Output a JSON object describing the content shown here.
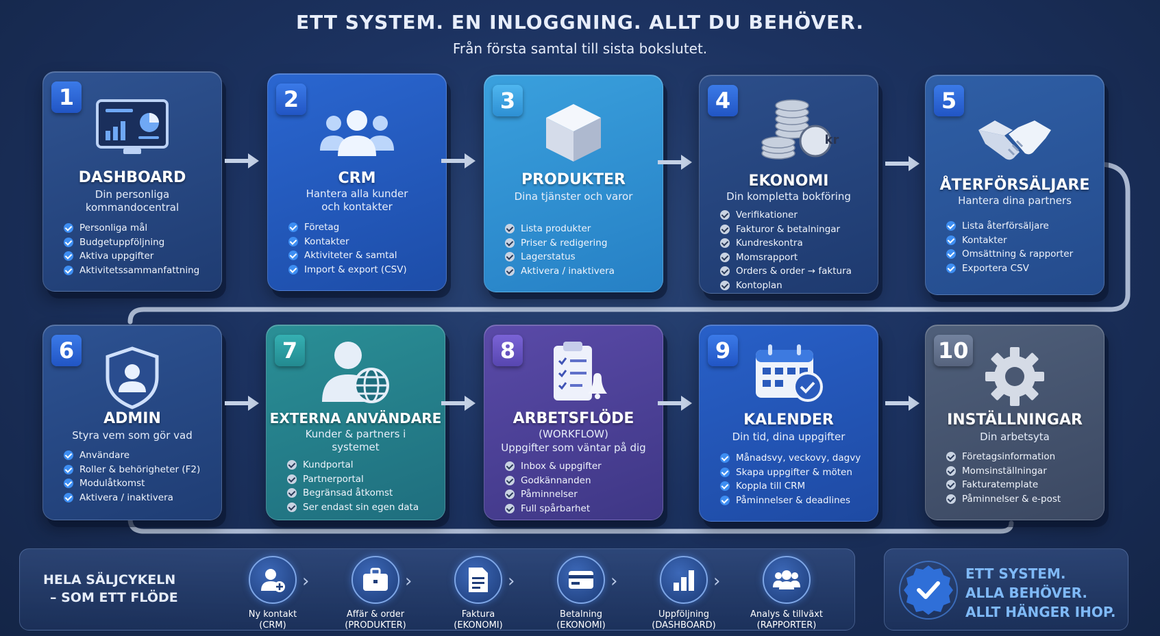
{
  "header": {
    "title": "ETT SYSTEM. EN INLOGGNING. ALLT DU BEHÖVER.",
    "subtitle": "Från första samtal till sista bokslutet."
  },
  "cards": [
    {
      "num": "1",
      "title": "DASHBOARD",
      "subtitle": "Din personliga kommandocentral",
      "icon": "dashboard-monitor-icon",
      "items": [
        "Personliga mål",
        "Budgetuppföljning",
        "Aktiva uppgifter",
        "Aktivitetssammanfattning"
      ]
    },
    {
      "num": "2",
      "title": "CRM",
      "subtitle": "Hantera alla kunder och kontakter",
      "icon": "users-group-icon",
      "items": [
        "Företag",
        "Kontakter",
        "Aktiviteter & samtal",
        "Import & export (CSV)"
      ]
    },
    {
      "num": "3",
      "title": "PRODUKTER",
      "subtitle": "Dina tjänster och varor",
      "icon": "box-icon",
      "items": [
        "Lista produkter",
        "Priser & redigering",
        "Lagerstatus",
        "Aktivera / inaktivera"
      ]
    },
    {
      "num": "4",
      "title": "EKONOMI",
      "subtitle": "Din kompletta bokföring",
      "icon": "coins-icon",
      "coin_label": "kr",
      "items": [
        "Verifikationer",
        "Fakturor & betalningar",
        "Kundreskontra",
        "Momsrapport",
        "Orders & order → faktura",
        "Kontoplan"
      ]
    },
    {
      "num": "5",
      "title": "ÅTERFÖRSÄLJARE",
      "subtitle": "Hantera dina partners",
      "icon": "handshake-icon",
      "items": [
        "Lista återförsäljare",
        "Kontakter",
        "Omsättning & rapporter",
        "Exportera CSV"
      ]
    },
    {
      "num": "6",
      "title": "ADMIN",
      "subtitle": "Styra vem som gör vad",
      "icon": "shield-user-icon",
      "items": [
        "Användare",
        "Roller & behörigheter (F2)",
        "Modulåtkomst",
        "Aktivera / inaktivera"
      ]
    },
    {
      "num": "7",
      "title": "EXTERNA ANVÄNDARE",
      "subtitle": "Kunder & partners i systemet",
      "icon": "user-globe-icon",
      "items": [
        "Kundportal",
        "Partnerportal",
        "Begränsad åtkomst",
        "Ser endast sin egen data"
      ]
    },
    {
      "num": "8",
      "title": "ARBETSFLÖDE",
      "title_extra": "(WORKFLOW)",
      "subtitle": "Uppgifter som väntar på dig",
      "icon": "clipboard-bell-icon",
      "items": [
        "Inbox & uppgifter",
        "Godkännanden",
        "Påminnelser",
        "Full spårbarhet"
      ]
    },
    {
      "num": "9",
      "title": "KALENDER",
      "subtitle": "Din tid, dina uppgifter",
      "icon": "calendar-check-icon",
      "items": [
        "Månadsvy, veckovy, dagvy",
        "Skapa uppgifter & möten",
        "Koppla till CRM",
        "Påminnelser & deadlines"
      ]
    },
    {
      "num": "10",
      "title": "INSTÄLLNINGAR",
      "subtitle": "Din arbetsyta",
      "icon": "gear-icon",
      "items": [
        "Företagsinformation",
        "Momsinställningar",
        "Fakturatemplate",
        "Påminnelser & e-post"
      ]
    }
  ],
  "flow": {
    "title_line1": "HELA SÄLJCYKELN",
    "title_line2": "– SOM ETT FLÖDE",
    "steps": [
      {
        "label": "Ny kontakt",
        "tag": "(CRM)",
        "icon": "user-add-icon"
      },
      {
        "label": "Affär & order",
        "tag": "(PRODUKTER)",
        "icon": "briefcase-icon"
      },
      {
        "label": "Faktura",
        "tag": "(EKONOMI)",
        "icon": "document-icon"
      },
      {
        "label": "Betalning",
        "tag": "(EKONOMI)",
        "icon": "credit-card-icon"
      },
      {
        "label": "Uppföljning",
        "tag": "(DASHBOARD)",
        "icon": "bar-chart-icon"
      },
      {
        "label": "Analys & tillväxt",
        "tag": "(RAPPORTER)",
        "icon": "users-group-icon"
      }
    ]
  },
  "badge": {
    "line1": "ETT SYSTEM.",
    "line2": "ALLA BEHÖVER.",
    "line3": "ALLT HÄNGER IHOP."
  }
}
